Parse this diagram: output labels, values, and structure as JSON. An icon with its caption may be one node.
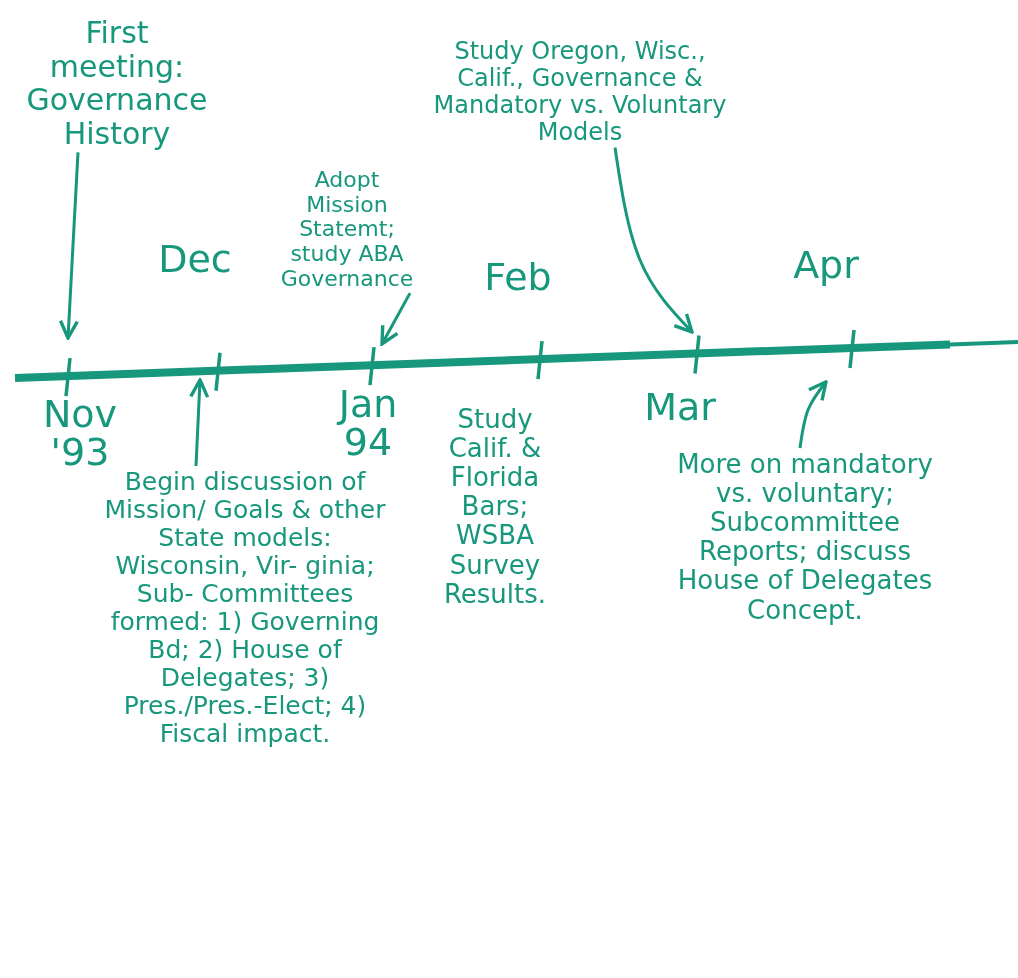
{
  "diagram": {
    "nodes": [
      {
        "text": [
          "First meeting: Governance History"
        ]
      },
      {
        "text": [
          "Adopt Mission Statemt; study ABA Governance"
        ]
      },
      {
        "text": [
          "Study Oregon, Wisc., Calif., Governance & Mandatory vs. Voluntary Models"
        ]
      },
      {
        "text": [
          "Begin discussion of Mission/ Goals & other State models: Wisconsin, Vir- ginia; Sub- Committees formed: 1) Governing Bd; 2) House of Delegates; 3) Pres./Pres.-Elect; 4) Fiscal impact."
        ]
      },
      {
        "text": [
          "Study Calif. & Florida Bars; WSBA Survey Results."
        ]
      },
      {
        "text": [
          "More on mandatory vs. voluntary; Subcommittee Reports; discuss House of Delegates Concept."
        ]
      }
    ],
    "edges": [
      {
        "from": 0,
        "to": null,
        "arrow": "to"
      },
      {
        "from": 1,
        "to": null,
        "arrow": "to"
      },
      {
        "from": 2,
        "to": null,
        "arrow": "to"
      },
      {
        "from": 3,
        "to": null,
        "arrow": "to"
      },
      {
        "from": 5,
        "to": null,
        "arrow": "to"
      }
    ],
    "labels": [
      "Dec",
      "Feb",
      "Apr",
      "Nov '93",
      "Jan 94",
      "Mar"
    ]
  }
}
